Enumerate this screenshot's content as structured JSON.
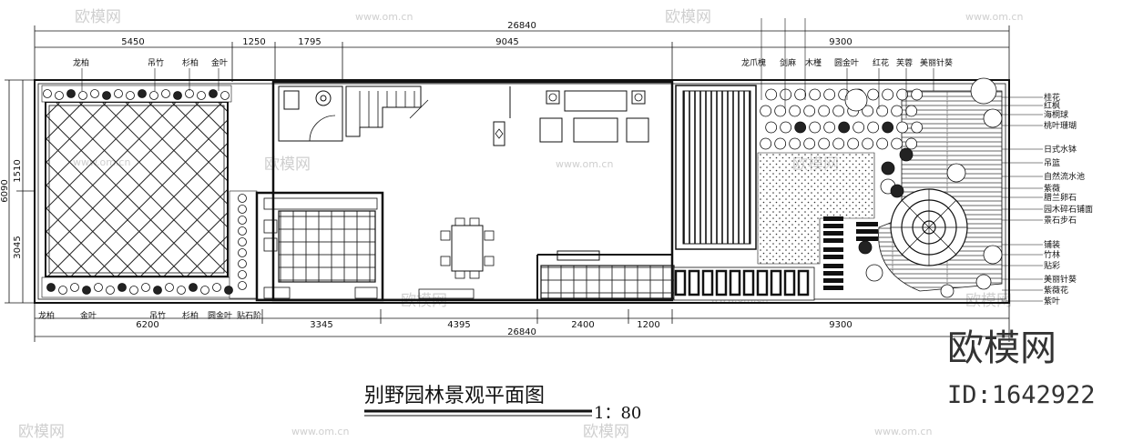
{
  "drawing": {
    "title": "别野园林景观平面图",
    "scale": "1：80"
  },
  "watermark": {
    "brand": "欧模网",
    "id_text": "ID:1642922",
    "url": "www.om.cn"
  },
  "dimensions": {
    "top_total": "26840",
    "top_segments": [
      "5450",
      "1250",
      "1795",
      "9045",
      "9300"
    ],
    "bottom_segments": [
      "6200",
      "3345",
      "4395",
      "2400",
      "1200",
      "9300"
    ],
    "bottom_total": "26840",
    "left_total": "6090",
    "left_segments": [
      "1510",
      "3045"
    ]
  },
  "labels": {
    "top_left": [
      "龙柏",
      "吊竹",
      "杉柏",
      "金叶"
    ],
    "bottom_left": [
      "龙柏",
      "金叶",
      "吊竹",
      "杉柏",
      "圆金叶",
      "贴石阶"
    ],
    "top_right": [
      "龙爪槐",
      "剑麻",
      "木槿",
      "圆金叶",
      "红花",
      "芙蓉",
      "美丽针葵"
    ],
    "right": [
      "桂花",
      "红枫",
      "海桐球",
      "桃叶珊瑚",
      "日式水钵",
      "吊篮",
      "自然流水池",
      "紫薇",
      "腊兰卵石",
      "园木碎石铺面",
      "景石步石",
      "铺装",
      "竹林",
      "贴彩",
      "美丽针葵",
      "紫薇花",
      "紫叶"
    ]
  }
}
